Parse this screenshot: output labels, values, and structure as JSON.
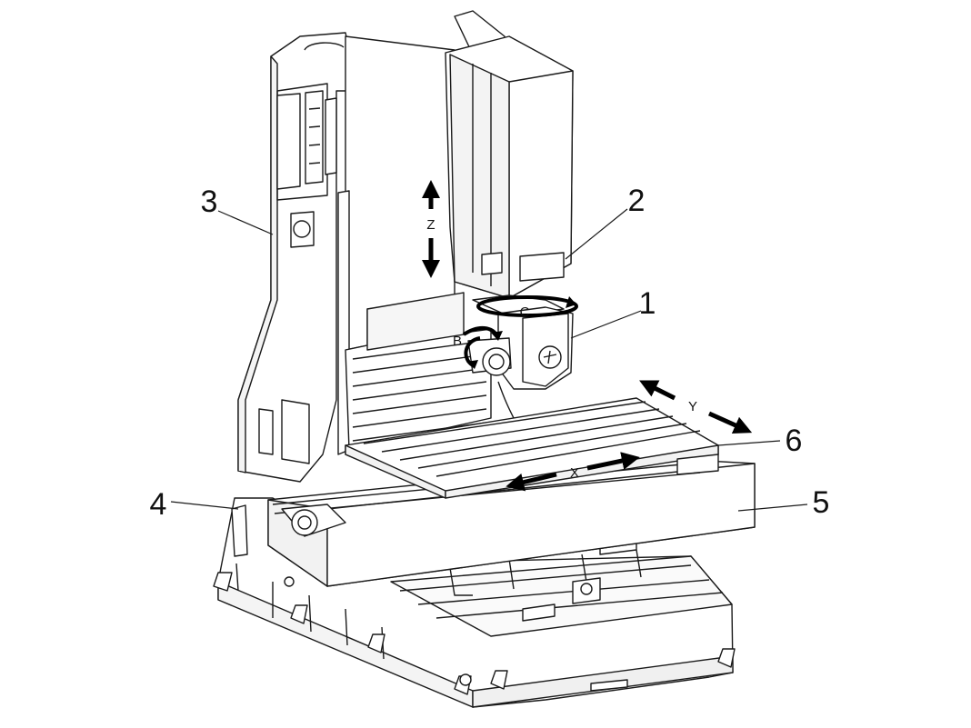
{
  "callouts": {
    "c1": "1",
    "c2": "2",
    "c3": "3",
    "c4": "4",
    "c5": "5",
    "c6": "6"
  },
  "axes": {
    "x": "X",
    "y": "Y",
    "z": "Z",
    "b": "B",
    "c": "C"
  },
  "colors": {
    "line": "#1a1a1a",
    "arrow": "#000000",
    "background": "#ffffff"
  }
}
